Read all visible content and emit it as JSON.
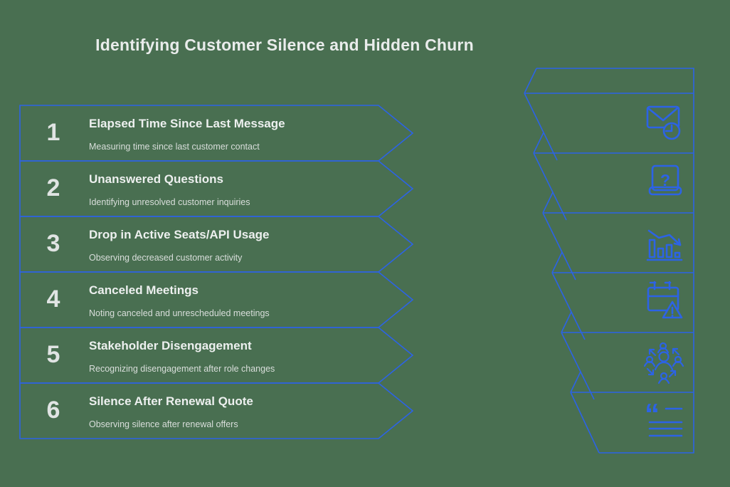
{
  "title": "Identifying Customer Silence and Hidden Churn",
  "colors": {
    "background": "#496f51",
    "accent_blue": "#2c63e6",
    "heading_text": "#edf0ef",
    "subtitle_text": "#d9dedb"
  },
  "steps": [
    {
      "number": "1",
      "title": "Elapsed Time Since Last Message",
      "subtitle": "Measuring time since last customer contact",
      "icon": "mail-clock-icon"
    },
    {
      "number": "2",
      "title": "Unanswered Questions",
      "subtitle": "Identifying unresolved customer inquiries",
      "icon": "book-question-icon"
    },
    {
      "number": "3",
      "title": "Drop in Active Seats/API Usage",
      "subtitle": "Observing decreased customer activity",
      "icon": "declining-chart-icon"
    },
    {
      "number": "4",
      "title": "Canceled Meetings",
      "subtitle": "Noting canceled and unrescheduled meetings",
      "icon": "calendar-warning-icon"
    },
    {
      "number": "5",
      "title": "Stakeholder Disengagement",
      "subtitle": "Recognizing disengagement after role changes",
      "icon": "people-rotation-icon"
    },
    {
      "number": "6",
      "title": "Silence After Renewal Quote",
      "subtitle": "Observing silence after renewal offers",
      "icon": "quote-lines-icon"
    }
  ]
}
